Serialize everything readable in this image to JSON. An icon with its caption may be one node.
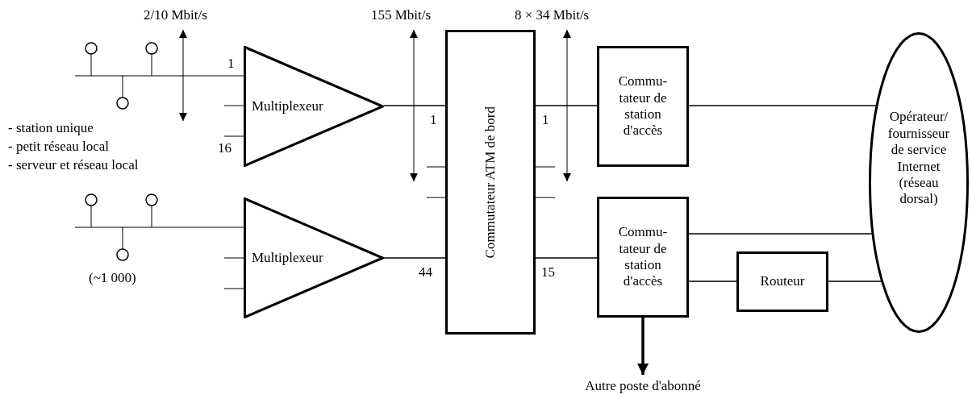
{
  "diagram": {
    "nodes": [
      {
        "text": [
          "Multiplexeur"
        ]
      },
      {
        "text": [
          "Multiplexeur"
        ]
      },
      {
        "text": [
          "Commutateur ATM de bord"
        ]
      },
      {
        "text": [
          "Commu- tateur de station d'accès"
        ]
      },
      {
        "text": [
          "Commu- tateur de station d'accès"
        ]
      },
      {
        "text": [
          "Routeur"
        ]
      },
      {
        "text": [
          "Opérateur/ fournisseur de service Internet (réseau dorsal)"
        ]
      },
      {
        "text": [
          "Autre poste d'abonné"
        ]
      }
    ],
    "edges": [
      {
        "from": 0,
        "to": 2,
        "arrow": "none"
      },
      {
        "from": 1,
        "to": 2,
        "arrow": "none"
      },
      {
        "from": 2,
        "to": 3,
        "arrow": "none"
      },
      {
        "from": 2,
        "to": 4,
        "arrow": "none"
      },
      {
        "from": 3,
        "to": 6,
        "arrow": "none"
      },
      {
        "from": 4,
        "to": 6,
        "arrow": "none"
      },
      {
        "from": 4,
        "to": 5,
        "arrow": "none"
      },
      {
        "from": 5,
        "to": 6,
        "arrow": "none"
      },
      {
        "from": 4,
        "to": 7,
        "arrow": "to",
        "style": "thick"
      }
    ],
    "labels": [
      "2/10 Mbit/s",
      "155 Mbit/s",
      "8 × 34 Mbit/s",
      "1",
      "1",
      "1",
      "16",
      "- station unique",
      "- petit réseau local",
      "- serveur et réseau local",
      "44",
      "15",
      "(~1 000)"
    ]
  }
}
